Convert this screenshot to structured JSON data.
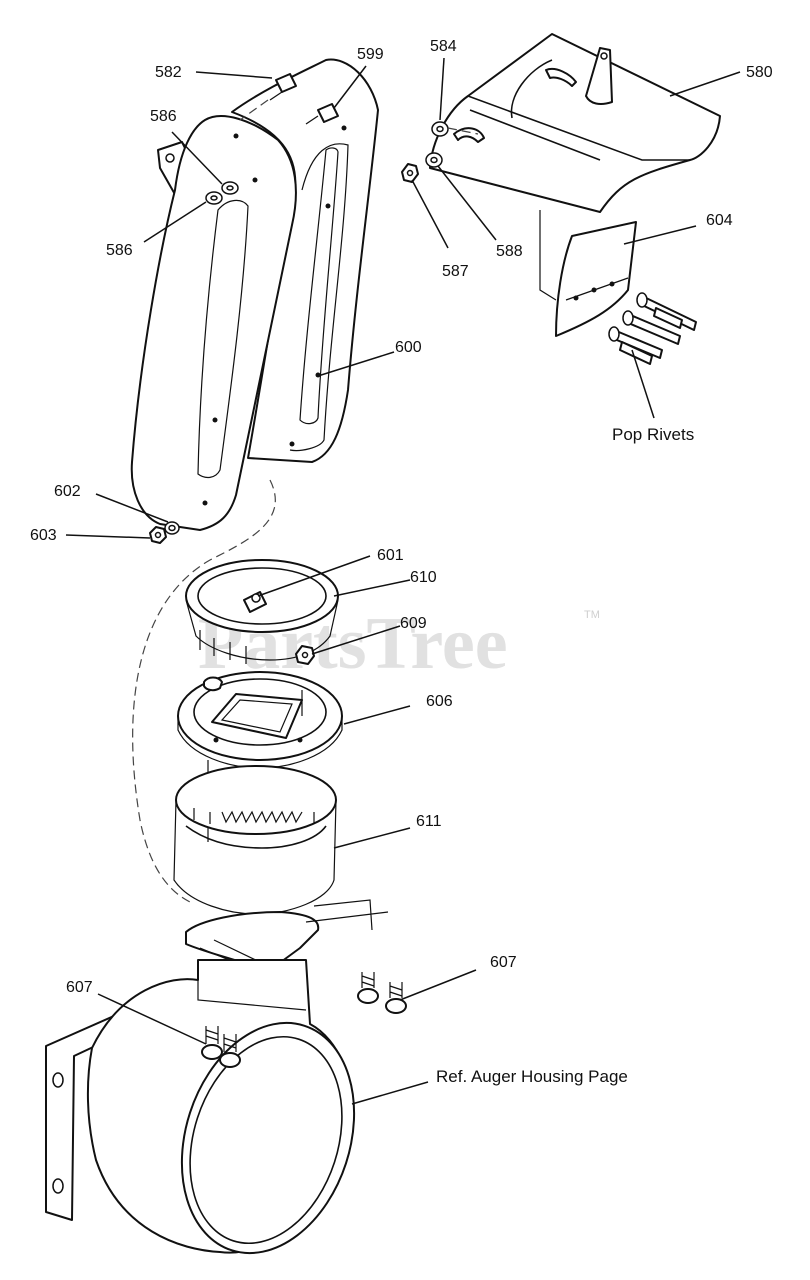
{
  "watermark": {
    "brand": "PartsTree",
    "trademark": "TM"
  },
  "callouts": {
    "p580": "580",
    "p582": "582",
    "p584": "584",
    "p586a": "586",
    "p586b": "586",
    "p587": "587",
    "p588": "588",
    "p599": "599",
    "p600": "600",
    "p601": "601",
    "p602": "602",
    "p603": "603",
    "p604": "604",
    "p606": "606",
    "p607a": "607",
    "p607b": "607",
    "p609": "609",
    "p610": "610",
    "p611": "611"
  },
  "notes": {
    "pop_rivets": "Pop Rivets",
    "ref_auger": "Ref. Auger Housing Page"
  }
}
